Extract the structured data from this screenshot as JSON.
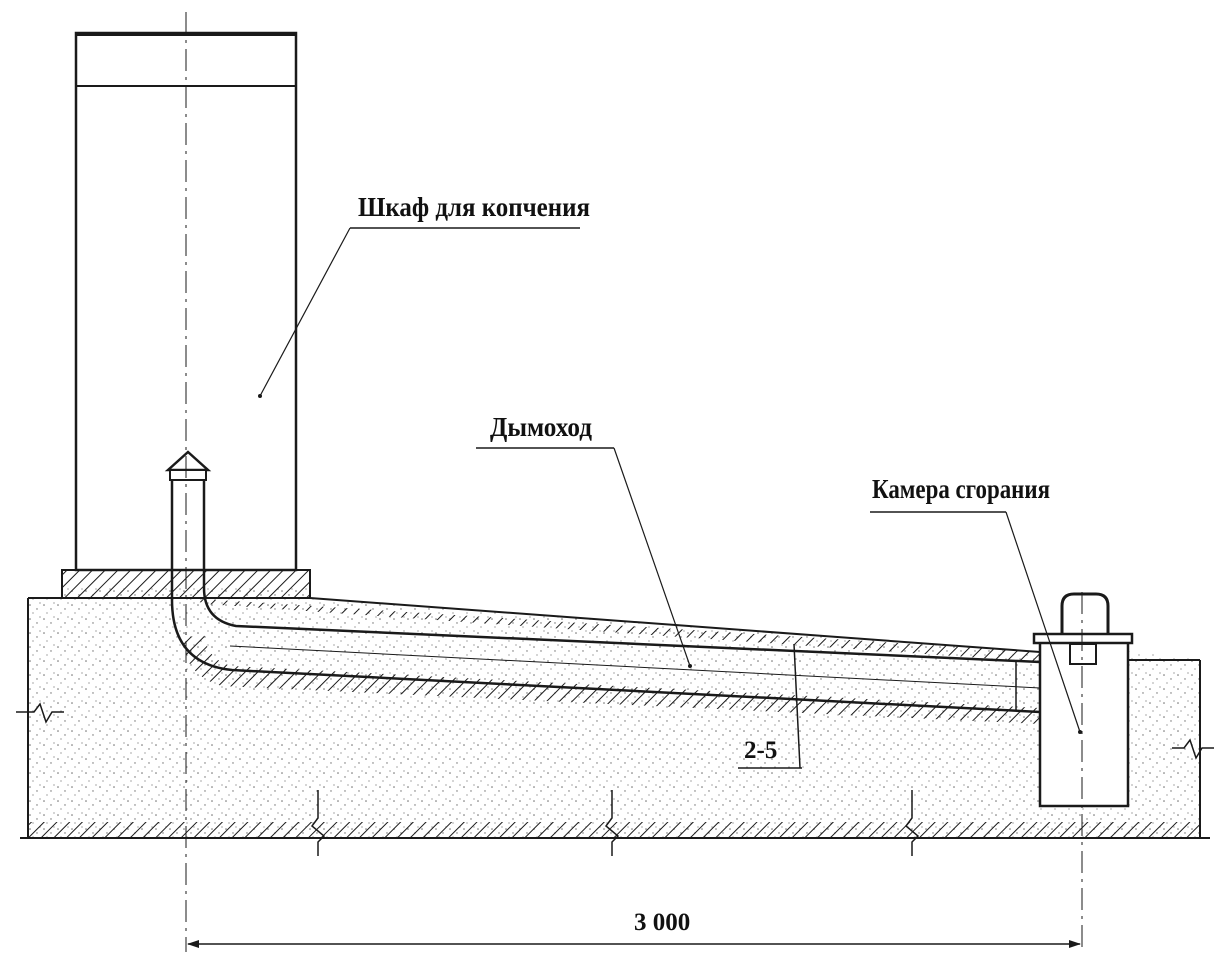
{
  "labels": {
    "cabinet": "Шкаф для копчения",
    "chimney": "Дымоход",
    "chamber": "Камера сгорания",
    "slope": "2-5",
    "length": "3 000"
  },
  "colors": {
    "ink": "#1a1a1a",
    "background": "#ffffff",
    "soil_dots": "#6b6b6b"
  }
}
